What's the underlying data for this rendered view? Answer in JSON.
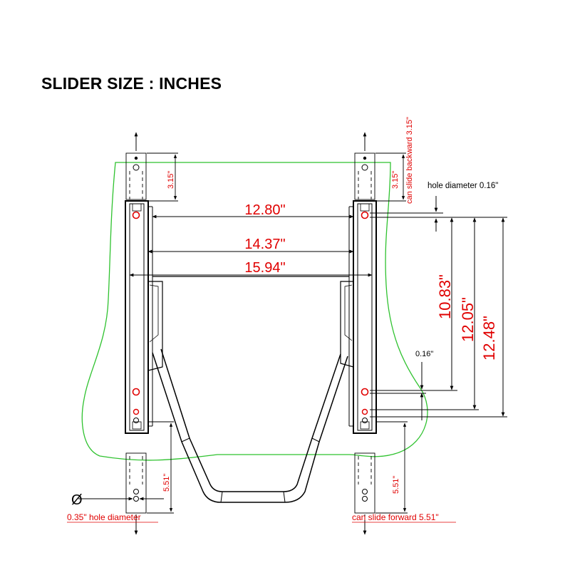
{
  "title": "SLIDER SIZE : INCHES",
  "dimensions": {
    "inner_width": "12.80\"",
    "mid_width": "14.37\"",
    "outer_width": "15.94\"",
    "length_a": "10.83\"",
    "length_b": "12.05\"",
    "length_c": "12.48\"",
    "small_offset": "0.16\"",
    "back_travel_left": "3.15\"",
    "back_travel_right": "3.15\"",
    "fwd_travel_left": "5.51\"",
    "fwd_travel_right": "5.51\""
  },
  "notes": {
    "slide_backward": "can slide backward 3.15\"",
    "hole_diameter_top": "hole diameter 0.16\"",
    "hole_diameter_bottom": "0.35\" hole diameter",
    "slide_forward": "can slide forward 5.51\"",
    "diameter_symbol": "Ø"
  },
  "colors": {
    "dimension_text": "#e00000",
    "outline": "#000000",
    "seat_outline": "#2fc22f"
  }
}
